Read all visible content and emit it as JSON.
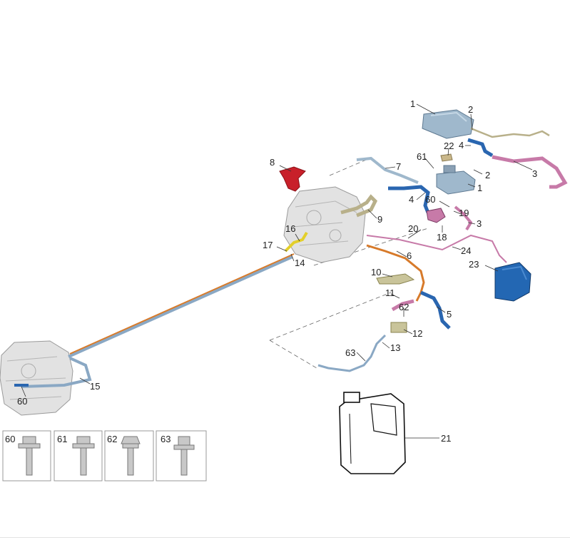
{
  "callouts": {
    "c1a": "1",
    "c1b": "1",
    "c2a": "2",
    "c2b": "2",
    "c3a": "3",
    "c3b": "3",
    "c4a": "4",
    "c4b": "4",
    "c5": "5",
    "c6": "6",
    "c7": "7",
    "c8": "8",
    "c9": "9",
    "c10": "10",
    "c11": "11",
    "c12": "12",
    "c13": "13",
    "c14": "14",
    "c15": "15",
    "c16": "16",
    "c17": "17",
    "c18": "18",
    "c19": "19",
    "c20": "20",
    "c21": "21",
    "c22": "22",
    "c23": "23",
    "c24": "24",
    "c60a": "60",
    "c60b": "60",
    "c61": "61",
    "c62": "62",
    "c63": "63"
  },
  "bolt_boxes": [
    "60",
    "61",
    "62",
    "63"
  ],
  "colors": {
    "reservoir": "#9fb8cc",
    "blue_hose": "#2a66b0",
    "pink_hose": "#c77aa8",
    "orange_line": "#d77a2a",
    "red_part": "#c8202a",
    "tan_pipe": "#b8b08a",
    "dark_blue_tank": "#2367b3",
    "motor": "#dddddd"
  }
}
